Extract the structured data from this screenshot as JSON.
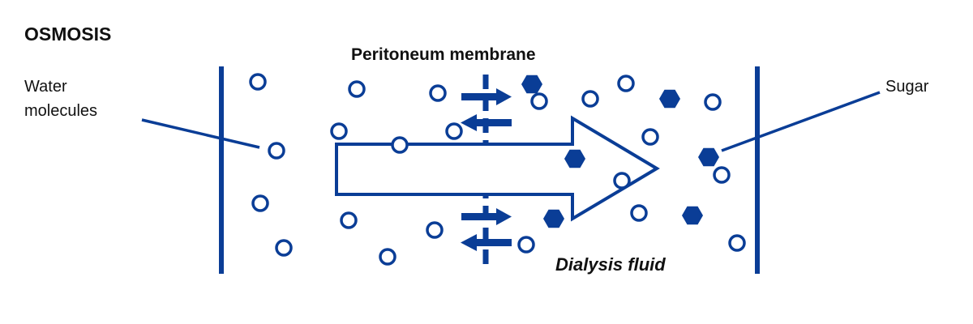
{
  "title": "OSMOSIS",
  "membrane_label": "Peritoneum membrane",
  "water_label_line1": "Water",
  "water_label_line2": "molecules",
  "sugar_label": "Sugar",
  "fluid_label": "Dialysis fluid",
  "colors": {
    "primary": "#0a3d96",
    "text": "#111111",
    "background": "#ffffff"
  },
  "icons": {
    "water": "water-molecule-circle",
    "sugar": "sugar-molecule-hexagon"
  }
}
